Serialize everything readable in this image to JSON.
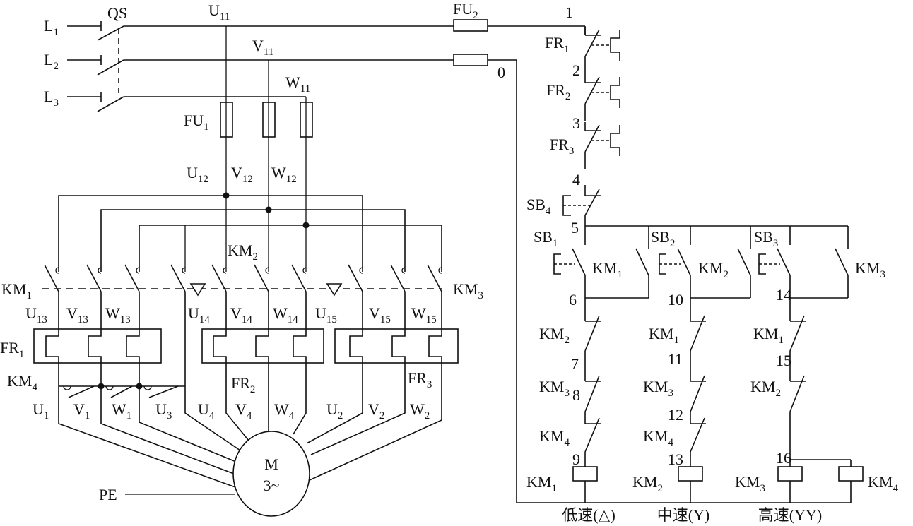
{
  "diagram": {
    "title": "Three-speed asynchronous motor control circuit",
    "power": {
      "lines": [
        {
          "name": "L",
          "sub": "1"
        },
        {
          "name": "L",
          "sub": "2"
        },
        {
          "name": "L",
          "sub": "3"
        }
      ],
      "switch": "QS",
      "nodes_top": [
        {
          "name": "U",
          "sub": "11"
        },
        {
          "name": "V",
          "sub": "11"
        },
        {
          "name": "W",
          "sub": "11"
        }
      ],
      "fuse1": {
        "name": "FU",
        "sub": "1"
      },
      "nodes_fuse_out": [
        {
          "name": "U",
          "sub": "12"
        },
        {
          "name": "V",
          "sub": "12"
        },
        {
          "name": "W",
          "sub": "12"
        }
      ],
      "contactors": [
        {
          "name": "KM",
          "sub": "1"
        },
        {
          "name": "KM",
          "sub": "2"
        },
        {
          "name": "KM",
          "sub": "3"
        },
        {
          "name": "KM",
          "sub": "4"
        }
      ],
      "nodes_contactor_out": [
        {
          "name": "U",
          "sub": "13"
        },
        {
          "name": "V",
          "sub": "13"
        },
        {
          "name": "W",
          "sub": "13"
        },
        {
          "name": "U",
          "sub": "14"
        },
        {
          "name": "V",
          "sub": "14"
        },
        {
          "name": "W",
          "sub": "14"
        },
        {
          "name": "U",
          "sub": "15"
        },
        {
          "name": "V",
          "sub": "15"
        },
        {
          "name": "W",
          "sub": "15"
        }
      ],
      "overloads": [
        {
          "name": "FR",
          "sub": "1"
        },
        {
          "name": "FR",
          "sub": "2"
        },
        {
          "name": "FR",
          "sub": "3"
        }
      ],
      "motor_terminals": [
        {
          "name": "U",
          "sub": "1"
        },
        {
          "name": "V",
          "sub": "1"
        },
        {
          "name": "W",
          "sub": "1"
        },
        {
          "name": "U",
          "sub": "3"
        },
        {
          "name": "U",
          "sub": "4"
        },
        {
          "name": "V",
          "sub": "4"
        },
        {
          "name": "W",
          "sub": "4"
        },
        {
          "name": "U",
          "sub": "2"
        },
        {
          "name": "V",
          "sub": "2"
        },
        {
          "name": "W",
          "sub": "2"
        }
      ],
      "motor": {
        "line1": "M",
        "line2": "3~"
      },
      "ground": "PE"
    },
    "control": {
      "fuse2": {
        "name": "FU",
        "sub": "2"
      },
      "node_0": "0",
      "node_1": "1",
      "series_nodes": [
        "2",
        "3",
        "4",
        "5"
      ],
      "fr_contacts": [
        {
          "name": "FR",
          "sub": "1"
        },
        {
          "name": "FR",
          "sub": "2"
        },
        {
          "name": "FR",
          "sub": "3"
        }
      ],
      "stop_button": {
        "name": "SB",
        "sub": "4"
      },
      "branches": [
        {
          "start_button": {
            "name": "SB",
            "sub": "1"
          },
          "holding": {
            "name": "KM",
            "sub": "1"
          },
          "nodes": [
            "6",
            "7",
            "8",
            "9"
          ],
          "interlocks": [
            {
              "name": "KM",
              "sub": "2"
            },
            {
              "name": "KM",
              "sub": "3"
            },
            {
              "name": "KM",
              "sub": "4"
            }
          ],
          "coils": [
            {
              "name": "KM",
              "sub": "1"
            }
          ],
          "caption": "低速(△)"
        },
        {
          "start_button": {
            "name": "SB",
            "sub": "2"
          },
          "holding": {
            "name": "KM",
            "sub": "2"
          },
          "nodes": [
            "10",
            "11",
            "12",
            "13"
          ],
          "interlocks": [
            {
              "name": "KM",
              "sub": "1"
            },
            {
              "name": "KM",
              "sub": "3"
            },
            {
              "name": "KM",
              "sub": "4"
            }
          ],
          "coils": [
            {
              "name": "KM",
              "sub": "2"
            }
          ],
          "caption": "中速(Y)"
        },
        {
          "start_button": {
            "name": "SB",
            "sub": "3"
          },
          "holding": {
            "name": "KM",
            "sub": "3"
          },
          "nodes": [
            "14",
            "15",
            "16"
          ],
          "interlocks": [
            {
              "name": "KM",
              "sub": "1"
            },
            {
              "name": "KM",
              "sub": "2"
            }
          ],
          "coils": [
            {
              "name": "KM",
              "sub": "3"
            },
            {
              "name": "KM",
              "sub": "4"
            }
          ],
          "caption": "高速(YY)"
        }
      ]
    }
  }
}
